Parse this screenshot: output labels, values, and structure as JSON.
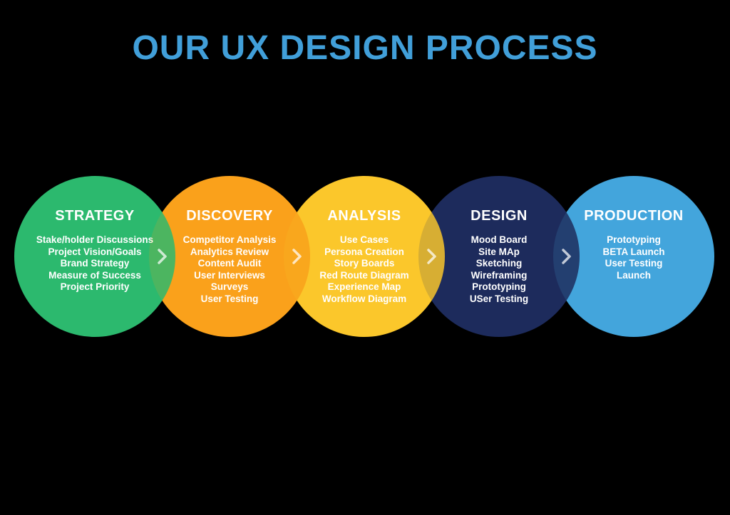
{
  "title": "OUR UX DESIGN PROCESS",
  "colors": {
    "background": "#000000",
    "title_text": "#419fd9",
    "stage_text": "#ffffff",
    "chevron": "rgba(255,255,255,0.72)",
    "strategy": "#2cb96e",
    "discovery": "#faa11b",
    "analysis": "#fbc72b",
    "design": "#1d2b5c",
    "production": "#43a5dc"
  },
  "stages": [
    {
      "label": "STRATEGY",
      "color": "#2cb96e",
      "items": [
        "Stake/holder Discussions",
        "Project Vision/Goals",
        "Brand Strategy",
        "Measure of Success",
        "Project Priority"
      ]
    },
    {
      "label": "DISCOVERY",
      "color": "#faa11b",
      "items": [
        "Competitor Analysis",
        "Analytics Review",
        "Content Audit",
        "User Interviews",
        "Surveys",
        "User Testing"
      ]
    },
    {
      "label": "ANALYSIS",
      "color": "#fbc72b",
      "items": [
        "Use Cases",
        "Persona Creation",
        "Story Boards",
        "Red Route Diagram",
        "Experience Map",
        "Workflow Diagram"
      ]
    },
    {
      "label": "DESIGN",
      "color": "#1d2b5c",
      "items": [
        "Mood Board",
        "Site MAp",
        "Sketching",
        "Wireframing",
        "Prototyping",
        "USer Testing"
      ]
    },
    {
      "label": "PRODUCTION",
      "color": "#43a5dc",
      "items": [
        "Prototyping",
        "BETA Launch",
        "User Testing",
        "Launch"
      ]
    }
  ],
  "chevron_icon": "right-arrow"
}
